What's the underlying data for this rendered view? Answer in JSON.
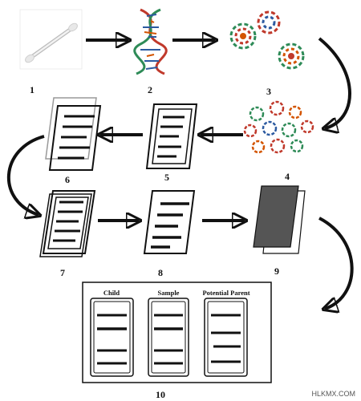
{
  "steps": [
    {
      "label": "1"
    },
    {
      "label": "2"
    },
    {
      "label": "3"
    },
    {
      "label": "4"
    },
    {
      "label": "5"
    },
    {
      "label": "6"
    },
    {
      "label": "7"
    },
    {
      "label": "8"
    },
    {
      "label": "9"
    },
    {
      "label": "10"
    }
  ],
  "lanes": [
    {
      "header": "Child"
    },
    {
      "header": "Sample"
    },
    {
      "header": "Potential Parent"
    }
  ],
  "watermark": "HLKMX.COM",
  "colors": {
    "helix_red": "#c0392b",
    "helix_green": "#2e8b57",
    "helix_orange": "#d35400",
    "helix_blue": "#2c5aa0",
    "membrane": "#555555",
    "ink": "#111111"
  }
}
